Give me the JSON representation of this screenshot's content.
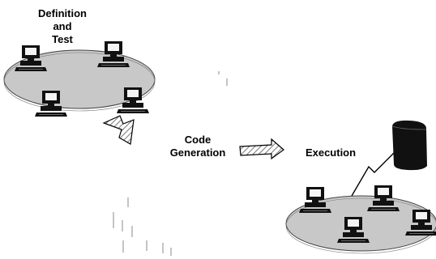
{
  "labels": {
    "definition": [
      "Definition",
      "and",
      "Test"
    ],
    "code_generation": [
      "Code",
      "Generation"
    ],
    "execution": "Execution"
  },
  "icons": {
    "workstation": "computer-terminal-icon",
    "server": "server-tower-icon",
    "arrow": "hatched-arrow-icon",
    "link": "lightning-bolt-link-icon"
  },
  "colors": {
    "network_fill": "#c8c8c8",
    "network_stroke": "#444444",
    "ink": "#000000",
    "background": "#ffffff"
  }
}
